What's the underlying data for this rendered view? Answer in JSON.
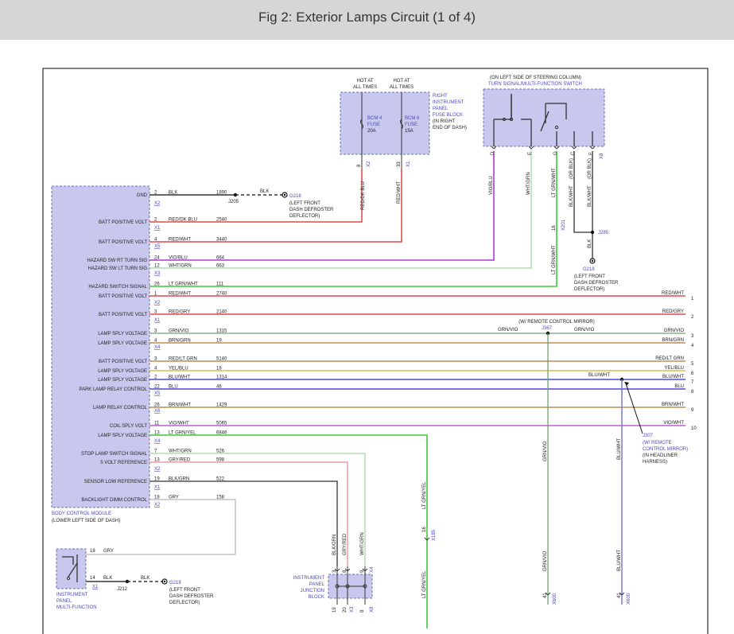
{
  "header": {
    "title": "Fig 2: Exterior Lamps Circuit (1 of 4)"
  },
  "colors": {
    "module_fill": "#c8c8ee",
    "module_stroke": "#7070b0",
    "link": "#4848c8",
    "text": "#222222",
    "wire_black": "#333333",
    "wire_red": "#d62828",
    "wire_violet": "#b03cd0",
    "wire_green": "#3cc83c",
    "wire_white": "#b8b8b8",
    "wire_yellow": "#c8b428",
    "wire_blue": "#2828d0",
    "wire_brown": "#b07830",
    "wire_lightgreen": "#a0d8a0",
    "wire_pink": "#e09090"
  },
  "fuse_block": {
    "hot1": [
      "HOT AT",
      "ALL TIMES"
    ],
    "hot2": [
      "HOT AT",
      "ALL TIMES"
    ],
    "fuse1": [
      "BCM 4",
      "FUSE",
      "20A"
    ],
    "fuse2": [
      "BCM 6",
      "FUSE",
      "15A"
    ],
    "desc": [
      "RIGHT",
      "INSTRUMENT",
      "PANEL",
      "FUSE BLOCK",
      "(IN RIGHT",
      "END OF DASH)"
    ],
    "pin1": "8",
    "conn1": "X2",
    "wire1": "RED/DK BLU",
    "pin2": "33",
    "conn2": "X1",
    "wire2": "RED/WHT"
  },
  "switch": {
    "loc": "(ON LEFT SIDE OF STEERING COLUMN)",
    "name": "TURN SIGNAL/MULTI-FUNCTION SWITCH",
    "pins": [
      "D",
      "E",
      "G",
      "C",
      "F"
    ],
    "conn": "X8",
    "wires": [
      "VIO/BLU",
      "WHT/GRN",
      "LT GRN/WHT",
      "BLK/WHT",
      "(OR BLK)",
      "BLK/WHT",
      "(OR BLK)"
    ],
    "pin16": "16",
    "conn16": "X201",
    "wire_lower": "LT GRN/WHT",
    "splice": "J285",
    "blk": "BLK",
    "ground": "G218",
    "ground_desc": [
      "(LEFT FRONT",
      "DASH DEFROSTER",
      "DEFLECTOR)"
    ]
  },
  "bcm": {
    "name": "BODY CONTROL MODULE",
    "loc": "(LOWER LEFT SIDE OF DASH)",
    "labels": [
      "GND",
      "BATT POSITIVE VOLT",
      "BATT POSITIVE VOLT",
      "HAZARD SW RT TURN SIG",
      "HAZARD SW LT TURN SIG",
      "HAZARD SWITCH SIGNAL",
      "BATT POSITIVE VOLT",
      "BATT POSITIVE VOLT",
      "LAMP SPLY VOLTAGE",
      "LAMP SPLY VOLTAGE",
      "BATT POSITIVE VOLT",
      "LAMP SPLY VOLTAGE",
      "LAMP SPLY VOLTAGE",
      "PARK LAMP RELAY CONTROL",
      "LAMP RELAY CONTROL",
      "COIL SPLY VOLT",
      "LAMP SPLY VOLTAGE",
      "STOP LAMP SWITCH SIGNAL",
      "5 VOLT REFERENCE",
      "SENSOR LOW REFERENCE",
      "BACKLIGHT DIMM CONTROL"
    ],
    "pins": [
      "2",
      "2",
      "4",
      "24",
      "12",
      "26",
      "1",
      "3",
      "3",
      "4",
      "3",
      "4",
      "2",
      "22",
      "26",
      "11",
      "13",
      "7",
      "13",
      "19",
      "18"
    ],
    "colors": [
      "BLK",
      "RED/DK BLU",
      "RED/WHT",
      "VIO/BLU",
      "WHT/GRN",
      "LT GRN/WHT",
      "RED/WHT",
      "RED/GRY",
      "GRN/VIO",
      "BRN/GRN",
      "RED/LT GRN",
      "YEL/BLU",
      "BLU/WHT",
      "BLU",
      "BRN/WHT",
      "VIO/WHT",
      "LT GRN/YEL",
      "WHT/GRN",
      "GRY/RED",
      "BLK/GRN",
      "GRY"
    ],
    "circuits": [
      "1890",
      "2540",
      "3440",
      "664",
      "663",
      "111",
      "2740",
      "2140",
      "1315",
      "19",
      "5140",
      "18",
      "1314",
      "46",
      "1429",
      "5065",
      "6846",
      "526",
      "598",
      "522",
      "158"
    ],
    "conns": [
      "X2",
      "X1",
      "X5",
      "X3",
      "X2",
      "X1",
      "X4",
      "X5",
      "X6",
      "X4",
      "X2",
      "X1",
      "X2"
    ]
  },
  "gnd_top": {
    "wire": "BLK",
    "splice": "J205",
    "ground": "G218",
    "desc": [
      "(LEFT FRONT",
      "DASH DEFROSTER",
      "DEFLECTOR)"
    ]
  },
  "right_side": {
    "labels": [
      "RED/WHT",
      "RED/GRY",
      "GRN/VIO",
      "BRN/GRN",
      "RED/LT GRN",
      "YEL/BLU",
      "BLU/WHT",
      "BLU",
      "BRN/WHT",
      "VIO/WHT"
    ],
    "nums": [
      "1",
      "2",
      "3",
      "4",
      "5",
      "6",
      "7",
      "8",
      "9",
      "10"
    ]
  },
  "mirror": {
    "title": "(W/ REMOTE CONTROL MIRROR)",
    "left": "GRN/VIO",
    "splice": "J367",
    "right": "GRN/VIO",
    "blu_left": "BLU/WHT"
  },
  "j307": {
    "name": "J307",
    "desc": [
      "(W/ REMOTE",
      "CONTROL MIRROR)",
      "(IN HEADLINER",
      "HARNESS)"
    ]
  },
  "vertical": {
    "grn_vio": "GRN/VIO",
    "grn_vio2": "GRN/VIO",
    "blu_wht": "BLU/WHT",
    "blu_wht2": "BLU/WHT",
    "lt_grn_yel": "LT GRN/YEL",
    "lt_grn_yel2": "LT GRN/YEL",
    "pin16": "16",
    "conn_x185": "X185",
    "pin41a": "41",
    "conn_x600a": "X600",
    "pin41b": "41",
    "conn_x600b": "X600"
  },
  "bottom": {
    "pin18": "18",
    "gry": "GRY",
    "pin14": "14",
    "blk": "BLK",
    "blk2": "BLK",
    "conn_x1": "X1",
    "splice": "J212",
    "ground": "G218",
    "ground_desc": [
      "(LEFT FRONT",
      "DASH DEFROSTER",
      "DEFLECTOR)"
    ],
    "ipmf": [
      "INSTRUMENT",
      "PANEL",
      "MULTI-FUNCTION"
    ],
    "ipjb": [
      "INSTRUMENT",
      "PANEL",
      "JUNCTION",
      "BLOCK"
    ],
    "jb_wires": [
      "BLK/GRN",
      "GRY/RED",
      "WHT/GRN"
    ],
    "jb_pins_top": [
      "3",
      "8",
      "9"
    ],
    "jb_conn_top": "X4",
    "jb_pins_bot": [
      "19",
      "20",
      "8"
    ],
    "jb_conns_bot": [
      "X3",
      "X8"
    ]
  }
}
